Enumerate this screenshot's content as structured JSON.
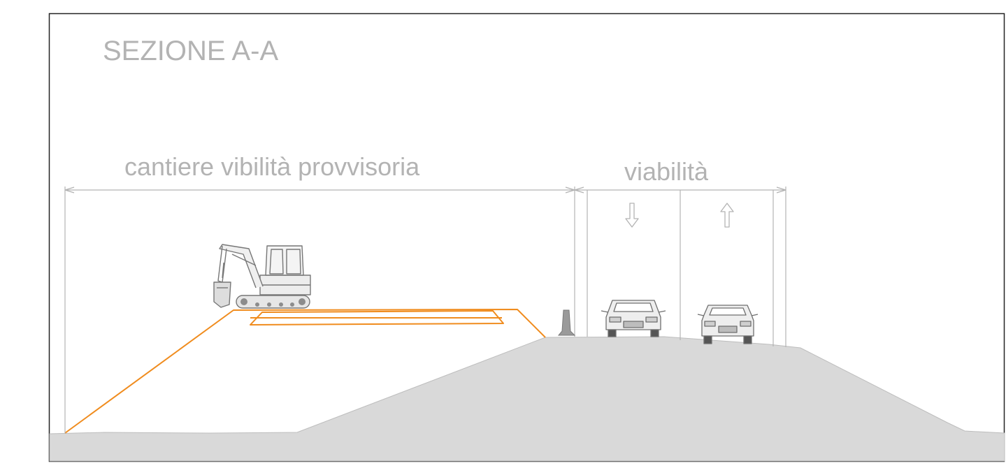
{
  "title": "SEZIONE A-A",
  "dimensions": {
    "worksite_label": "cantiere vibilità provvisoria",
    "road_label": "viabilità"
  },
  "lanes": [
    {
      "direction": "down",
      "icon": "arrow-down-icon"
    },
    {
      "direction": "up",
      "icon": "arrow-up-icon"
    }
  ],
  "colors": {
    "ground": "#d9d9d9",
    "excavation_outline": "#f08c1e",
    "line_gray": "#b3b3b3",
    "frame": "#222222",
    "text": "#b3b3b3"
  }
}
